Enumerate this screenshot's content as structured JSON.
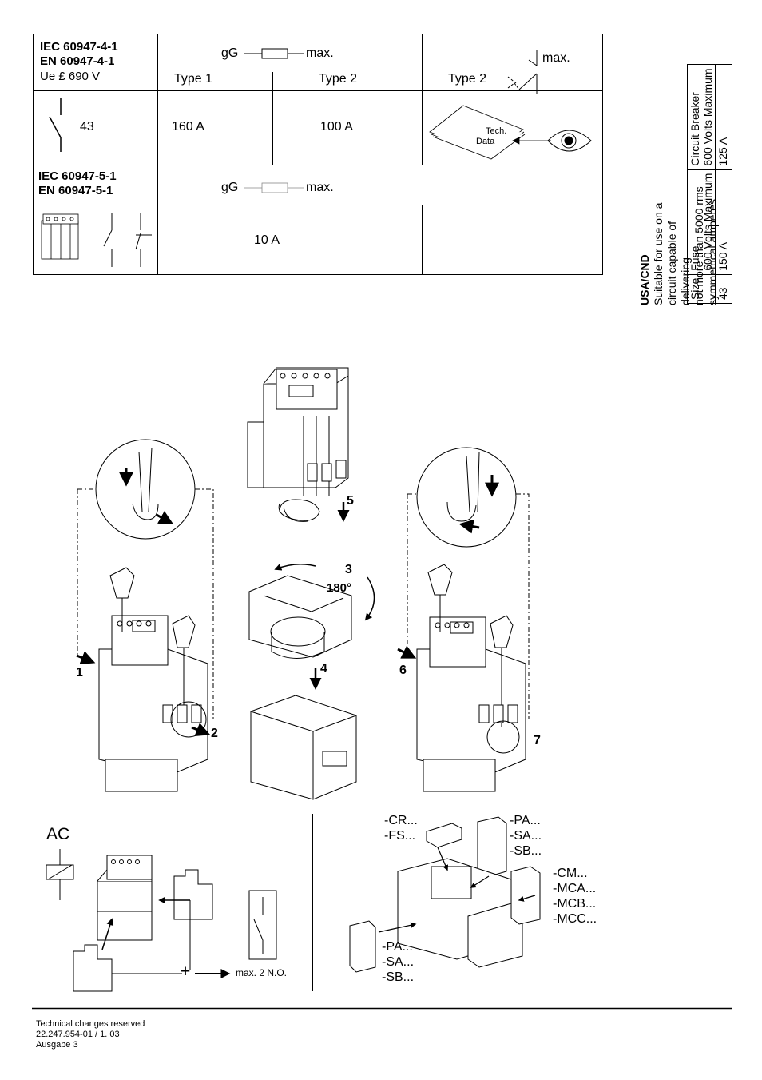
{
  "spec_table": {
    "header_left": [
      "IEC 60947-4-1",
      "EN 60947-4-1",
      "Ue £ 690 V"
    ],
    "fuse_gg": "gG",
    "fuse_max": "max.",
    "type1": "Type 1",
    "type2": "Type 2",
    "type2_breaker": "Type 2",
    "breaker_max": "max.",
    "size": "43",
    "val_type1": "160 A",
    "val_type2": "100 A",
    "tech_data": [
      "Tech.",
      "Data"
    ],
    "aux_header": [
      "IEC 60947-5-1",
      "EN 60947-5-1"
    ],
    "aux_gg": "gG",
    "aux_max": "max.",
    "aux_value": "10 A"
  },
  "usa": {
    "title": "USA/CND",
    "line1": "Suitable for use on a circuit capable of delivering",
    "line2": "not more than 5000 rms symmetrical amperes",
    "col_size": "Size",
    "col_fuse": [
      "Fuse",
      "600 Volts Maximum"
    ],
    "col_cb": [
      "Circuit Breaker",
      "600 Volts Maximum"
    ],
    "row_size": "43",
    "row_fuse": "150 A",
    "row_cb": "125 A"
  },
  "steps": {
    "s1": "1",
    "s2": "2",
    "s3": "3",
    "angle": "180°",
    "s4": "4",
    "s5": "5",
    "s6": "6",
    "s7": "7"
  },
  "accessories": {
    "ac_label": "AC",
    "plus": "+",
    "max_no": "max. 2 N.O.",
    "top_left": [
      "-CR...",
      "-FS..."
    ],
    "top_right": [
      "-PA...",
      "-SA...",
      "-SB..."
    ],
    "right": [
      "-CM...",
      "-MCA...",
      "-MCB...",
      "-MCC..."
    ],
    "bottom_left": [
      "-PA...",
      "-SA...",
      "-SB..."
    ]
  },
  "footer": {
    "line1": "Technical changes reserved",
    "line2": "22.247.954-01 / 1. 03",
    "line3": "Ausgabe 3"
  }
}
